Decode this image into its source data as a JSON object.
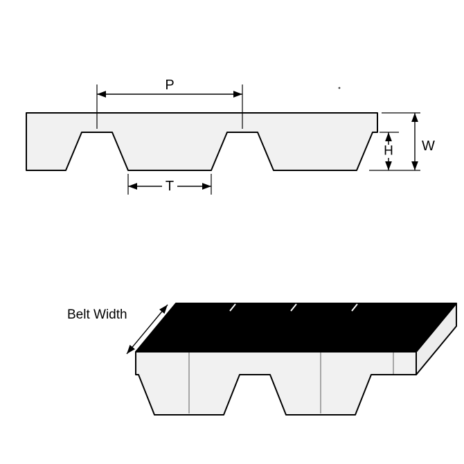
{
  "diagram": {
    "labels": {
      "pitch": "P",
      "tooth_width": "T",
      "tooth_height": "H",
      "belt_thickness": "W",
      "belt_width": "Belt Width"
    },
    "colors": {
      "line": "#000000",
      "belt_fill": "#f1f1f1",
      "end_face_fill": "#ededed",
      "top_face_fill": "#000000",
      "background": "#ffffff"
    }
  }
}
